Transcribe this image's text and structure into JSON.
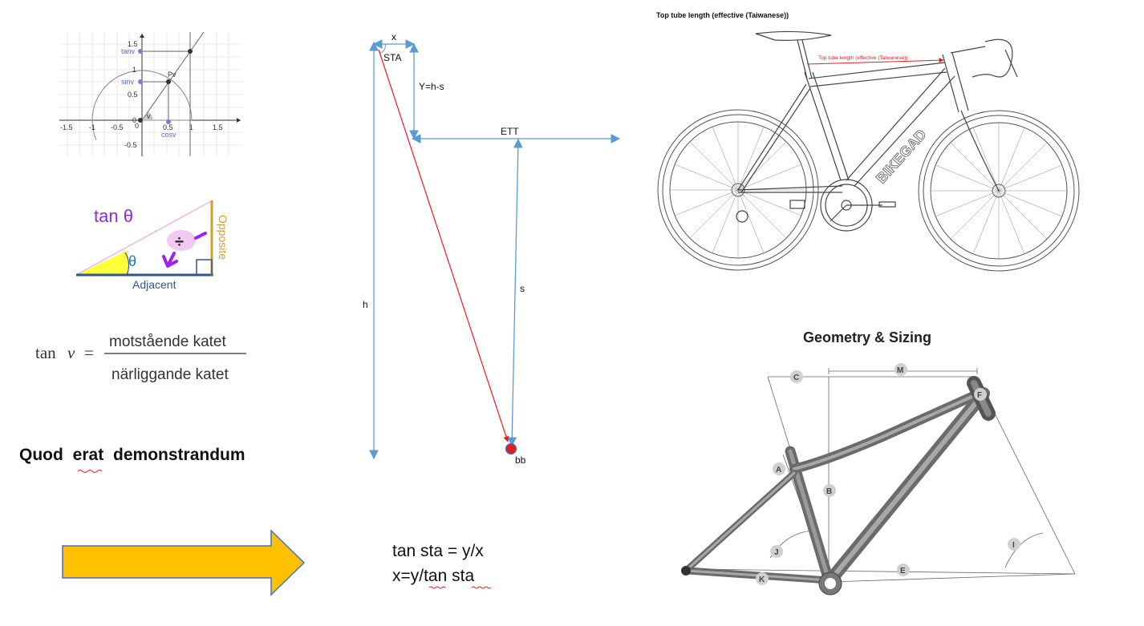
{
  "colors": {
    "axis_blue": "#5b9bd5",
    "red_line": "#e02020",
    "arrow_fill": "#ffc000",
    "arrow_stroke": "#4472c4",
    "tan_purple": "#8a2be2",
    "opposite_gold": "#c9a227",
    "adjacent_blue": "#2f5597",
    "triangle_yellow": "#ffff3a"
  },
  "unit_circle": {
    "ticks_x": [
      "-1.5",
      "-1",
      "-0.5",
      "0",
      "0.5",
      "1",
      "1.5"
    ],
    "ticks_y": [
      "1.5",
      "1",
      "0.5",
      "0",
      "-0.5"
    ],
    "label_tan": "tanv",
    "label_sin": "sinv",
    "label_cos": "cosv",
    "label_point": "Pv",
    "label_angle": "v"
  },
  "tan_triangle": {
    "title": "tan θ",
    "theta": "θ",
    "adjacent": "Adjacent",
    "opposite": "Opposite",
    "divide": "÷"
  },
  "formula": {
    "lhs": "tan",
    "var": "v",
    "equals": "=",
    "numerator": "motstående katet",
    "denominator": "närliggande katet"
  },
  "qed": {
    "word1": "Quod",
    "word2": "erat",
    "word3": "demonstrandum"
  },
  "geometry": {
    "label_x": "x",
    "label_sta": "STA",
    "label_y": "Y=h-s",
    "label_ett": "ETT",
    "label_h": "h",
    "label_s": "s",
    "label_bb": "bb"
  },
  "equations": {
    "line1": "tan sta = y/x",
    "line2": "x=y/tan sta"
  },
  "bike": {
    "title": "Top tube length (effective (Taiwanese))",
    "annotation": "Top tube length (effective (Taiwanese))",
    "brand": "BIKEGAD"
  },
  "frame": {
    "title": "Geometry & Sizing",
    "labels": {
      "A": "A",
      "B": "B",
      "C": "C",
      "E": "E",
      "F": "F",
      "I": "I",
      "J": "J",
      "K": "K",
      "M": "M"
    }
  }
}
